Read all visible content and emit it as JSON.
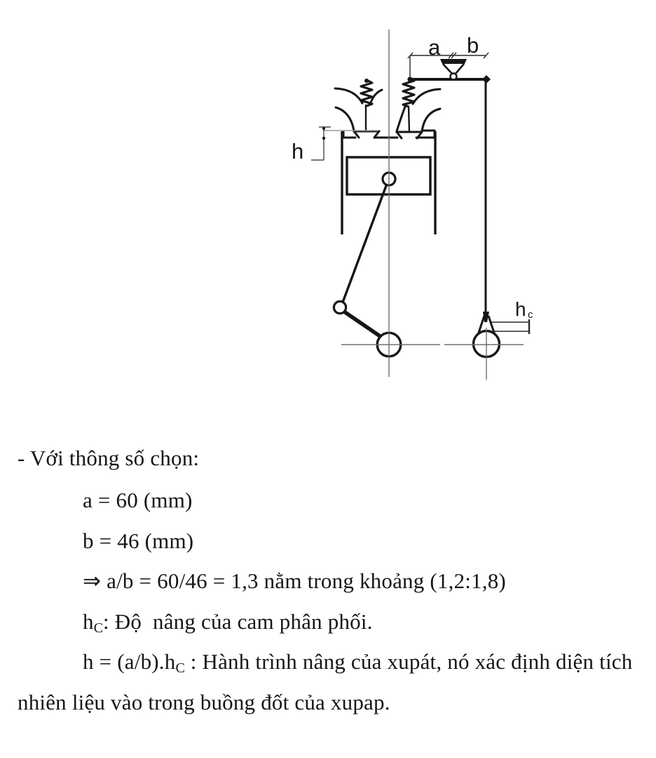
{
  "page": {
    "background_color": "#ffffff",
    "ink_color": "#161616"
  },
  "figure": {
    "description": "Engine valve-train schematic: rocker arm with lever arms a and b, valve springs, piston in cylinder with connecting rod and crank, pushrod down to cam with lift hc, valve lift h",
    "labels": {
      "a": "a",
      "b": "b",
      "h": "h",
      "hc_main": "h",
      "hc_sub": "c"
    }
  },
  "text_block": {
    "lines": {
      "l1": "- Với thông số chọn:",
      "l2": "a = 60 (mm)",
      "l3": "b = 46 (mm)",
      "l4": "⇒ a/b = 60/46 = 1,3 nằm trong khoảng (1,2:1,8)",
      "l5_pre": "h",
      "l5_sub": "C",
      "l5_post": ": Độ  nâng của cam phân phối.",
      "l6_pre": "h = (a/b).h",
      "l6_sub": "C",
      "l6_post": " : Hành trình nâng của xupát, nó xác định diện tích",
      "l7": "nhiên liệu vào trong buồng đốt của xupap."
    }
  }
}
